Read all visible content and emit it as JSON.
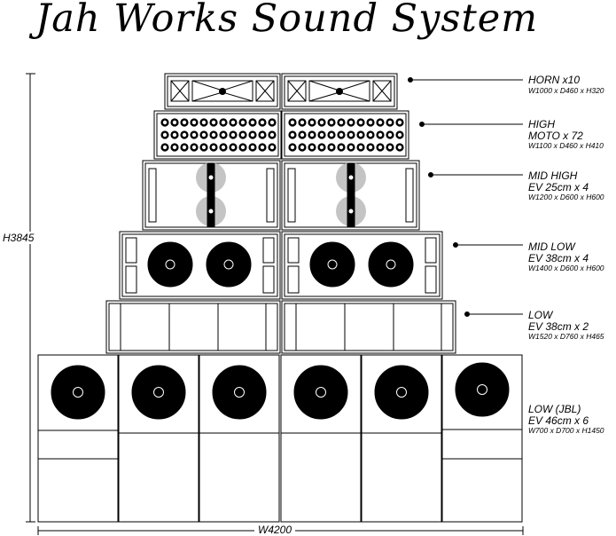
{
  "title": "Jah Works Sound System",
  "dimensions": {
    "height": "H3845",
    "width": "W4200"
  },
  "components": [
    {
      "name": "HORN x10",
      "spec": "",
      "size": "W1000 x D460 x H320"
    },
    {
      "name": "HIGH",
      "spec": "MOTO x 72",
      "size": "W1100 x D460 x H410"
    },
    {
      "name": "MID HIGH",
      "spec": "EV  25cm x 4",
      "size": "W1200 x D600 x H600"
    },
    {
      "name": "MID LOW",
      "spec": "EV  38cm x 4",
      "size": "W1400 x D600 x H600"
    },
    {
      "name": "LOW",
      "spec": "EV  38cm x 2",
      "size": "W1520 x D760 x H465"
    },
    {
      "name": "LOW (JBL)",
      "spec": "EV 46cm x 6",
      "size": "W700 x D700 x H1450"
    }
  ]
}
